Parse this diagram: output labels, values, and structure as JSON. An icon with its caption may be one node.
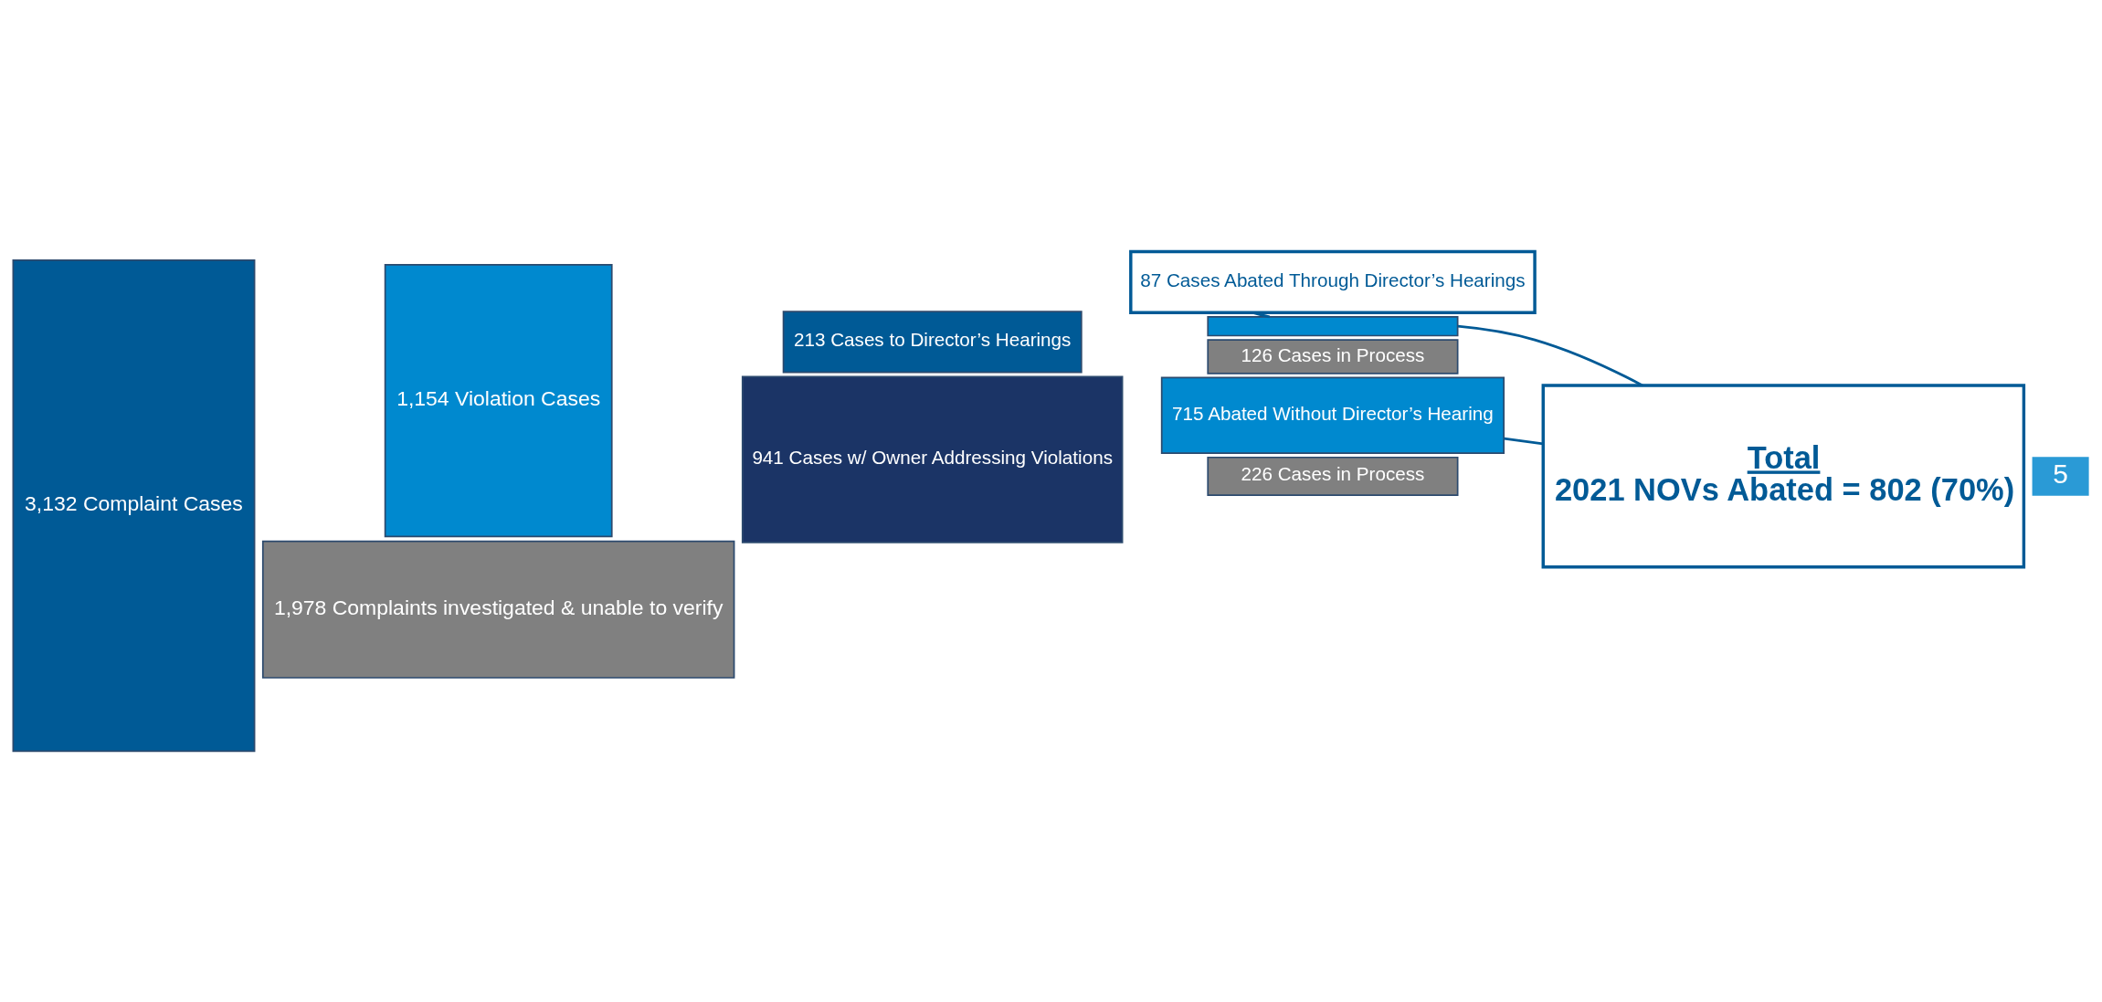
{
  "diagram": {
    "nodes": [
      {
        "text": [
          "3,132 Complaint Cases"
        ]
      },
      {
        "text": [
          "1,154 Violation Cases"
        ]
      },
      {
        "text": [
          "1,978 Complaints investigated & unable to verify"
        ]
      },
      {
        "text": [
          "213 Cases to Director’s Hearings"
        ]
      },
      {
        "text": [
          "941 Cases w/ Owner Addressing Violations"
        ]
      },
      {
        "text": [],
        "shape": "bar"
      },
      {
        "text": [
          "126 Cases in Process"
        ]
      },
      {
        "text": [
          "715 Abated Without Director’s Hearing"
        ]
      },
      {
        "text": [
          "226 Cases in Process"
        ]
      },
      {
        "text": [
          "87 Cases Abated Through Director’s Hearings"
        ]
      },
      {
        "text": [
          "Total",
          "2021 NOVs Abated = 802 (70%)"
        ]
      }
    ],
    "edges": [
      {
        "from": 9,
        "to": 5,
        "arrow": "none"
      },
      {
        "from": 10,
        "to": 5,
        "arrow": "none"
      },
      {
        "from": 10,
        "to": 7,
        "arrow": "none"
      }
    ],
    "labels": [
      "5"
    ]
  }
}
